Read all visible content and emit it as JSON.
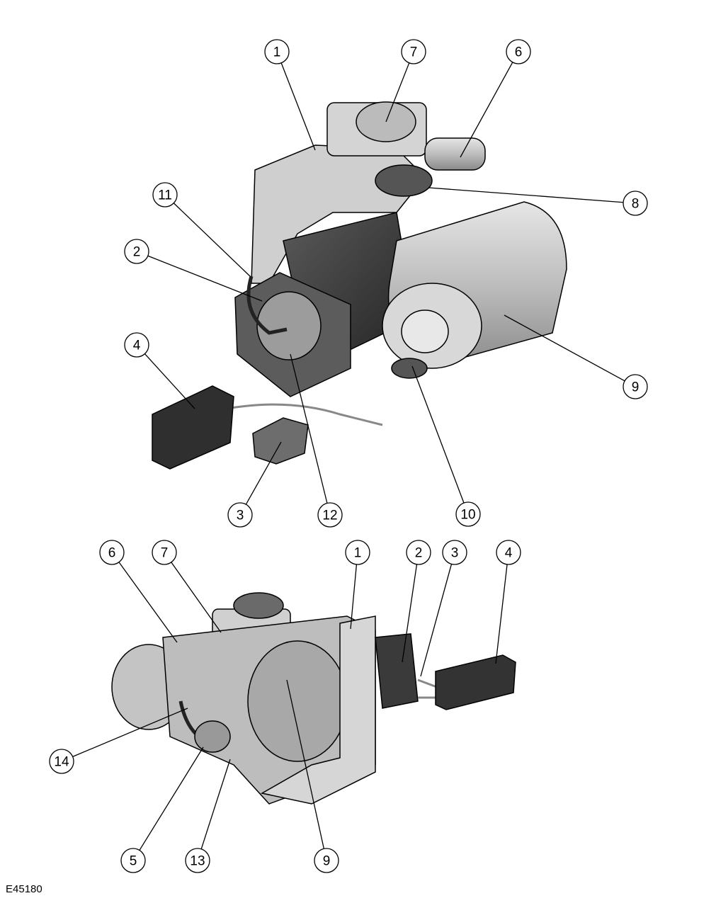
{
  "figure_id": "E45180",
  "top_view": {
    "callouts": [
      "1",
      "7",
      "6",
      "8",
      "11",
      "2",
      "9",
      "4",
      "10",
      "3",
      "12"
    ]
  },
  "bottom_view": {
    "callouts": [
      "6",
      "7",
      "1",
      "2",
      "3",
      "4",
      "14",
      "5",
      "13",
      "9"
    ]
  },
  "colors": {
    "body": "#c8c8c8",
    "dark": "#3a3a3a",
    "mid": "#9a9a9a",
    "outline": "#000000"
  }
}
